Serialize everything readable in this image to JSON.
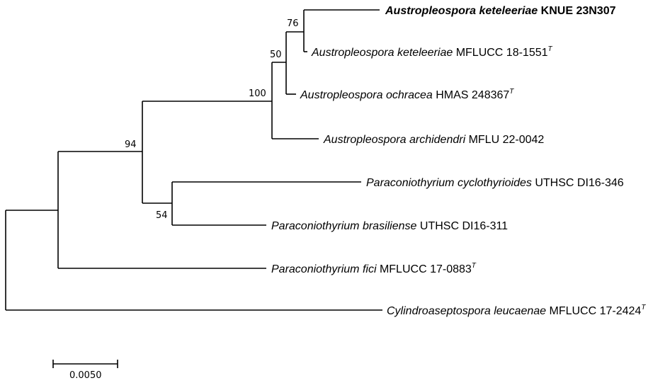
{
  "tree": {
    "taxa": [
      {
        "genus_species": "Austropleospora keteleeriae",
        "strain": "KNUE 23N307",
        "type_mark": "",
        "emphasis": true
      },
      {
        "genus_species": "Austropleospora keteleeriae",
        "strain": "MFLUCC 18-1551",
        "type_mark": "T",
        "emphasis": false
      },
      {
        "genus_species": "Austropleospora ochracea",
        "strain": "HMAS 248367",
        "type_mark": "T",
        "emphasis": false
      },
      {
        "genus_species": "Austropleospora archidendri",
        "strain": "MFLU 22-0042",
        "type_mark": "",
        "emphasis": false
      },
      {
        "genus_species": "Paraconiothyrium cyclothyrioides",
        "strain": "UTHSC DI16-346",
        "type_mark": "",
        "emphasis": false
      },
      {
        "genus_species": "Paraconiothyrium brasiliense",
        "strain": "UTHSC DI16-311",
        "type_mark": "",
        "emphasis": false
      },
      {
        "genus_species": "Paraconiothyrium fici",
        "strain": "MFLUCC 17-0883",
        "type_mark": "T",
        "emphasis": false
      },
      {
        "genus_species": "Cylindroaseptospora leucaenae",
        "strain": "MFLUCC 17-2424",
        "type_mark": "T",
        "emphasis": false
      }
    ],
    "support_values": [
      "76",
      "50",
      "100",
      "94",
      "54"
    ],
    "scale_bar": {
      "label": "0.0050",
      "length": 0.005
    }
  }
}
